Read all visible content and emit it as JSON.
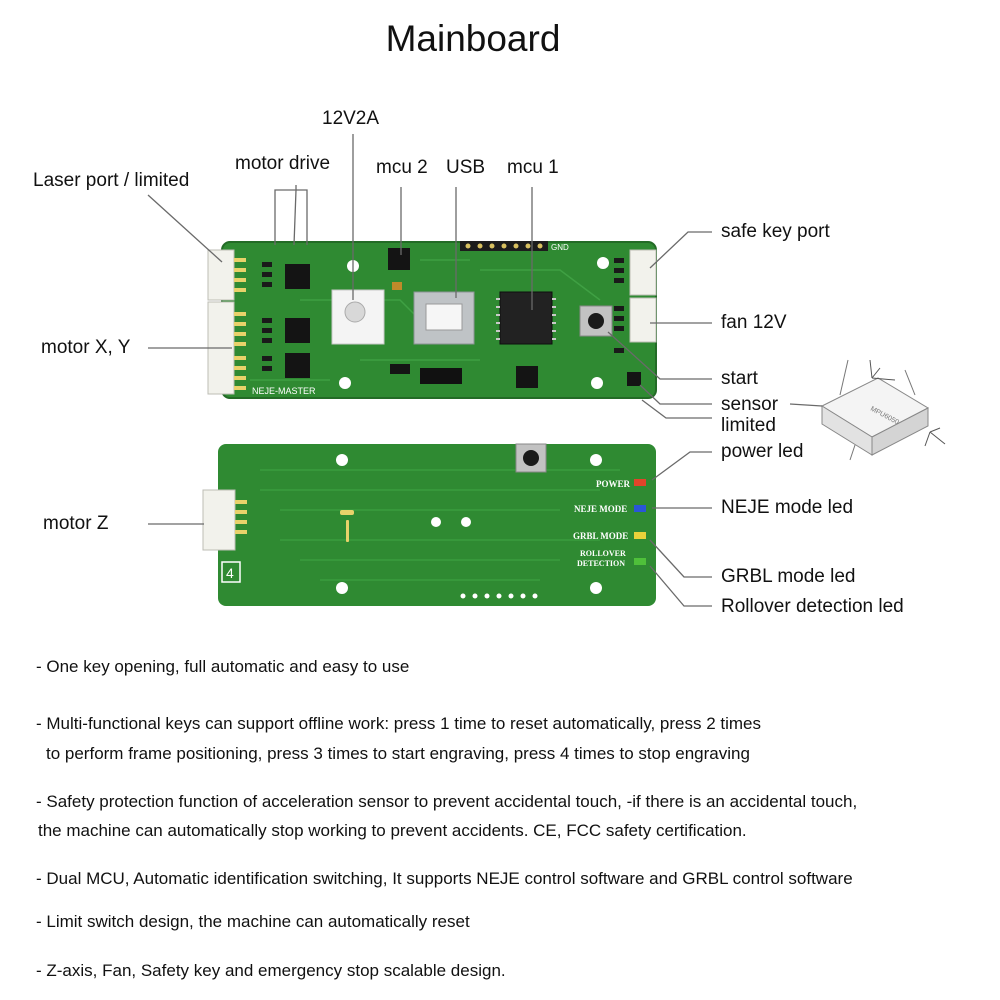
{
  "title": "Mainboard",
  "labels": {
    "laser_port": "Laser port / limited",
    "motor_drive": "motor drive",
    "v12_2a": "12V2A",
    "mcu2": "mcu 2",
    "usb": "USB",
    "mcu1": "mcu 1",
    "safe_key_port": "safe key port",
    "fan_12v": "fan 12V",
    "motor_xy": "motor X, Y",
    "start": "start",
    "sensor": "sensor",
    "limited": "limited",
    "power_led": "power led",
    "motor_z": "motor Z",
    "neje_mode_led": "NEJE mode led",
    "grbl_mode_led": "GRBL mode led",
    "rollover_led": "Rollover detection led"
  },
  "board": {
    "top_silk": "NEJE-MASTER",
    "gnd": "GND",
    "power": "POWER",
    "neje_mode": "NEJE MODE",
    "grbl_mode": "GRBL MODE",
    "rollover_1": "ROLLOVER",
    "rollover_2": "DETECTION",
    "z_number": "4",
    "sensor_chip": "MPU6050"
  },
  "colors": {
    "pcb": "#2f8a32",
    "pcb_dark": "#236b26",
    "led_power": "#e0442a",
    "led_neje": "#2a56d8",
    "led_grbl": "#e8d23a",
    "led_rollover": "#4fc03a"
  },
  "bullets": [
    "- One key opening, full automatic and easy to use",
    "- Multi-functional keys can support offline work: press 1 time to reset automatically, press 2 times",
    "to perform frame positioning, press 3 times to start engraving, press 4 times to stop engraving",
    "- Safety protection function of acceleration sensor to prevent accidental touch, -if there is an accidental touch,",
    "the machine can automatically stop working to prevent accidents. CE, FCC safety certification.",
    "- Dual MCU, Automatic identification switching, It supports NEJE control software and GRBL control software",
    "- Limit switch design, the machine can automatically reset",
    "- Z-axis, Fan, Safety key and emergency stop scalable design."
  ]
}
